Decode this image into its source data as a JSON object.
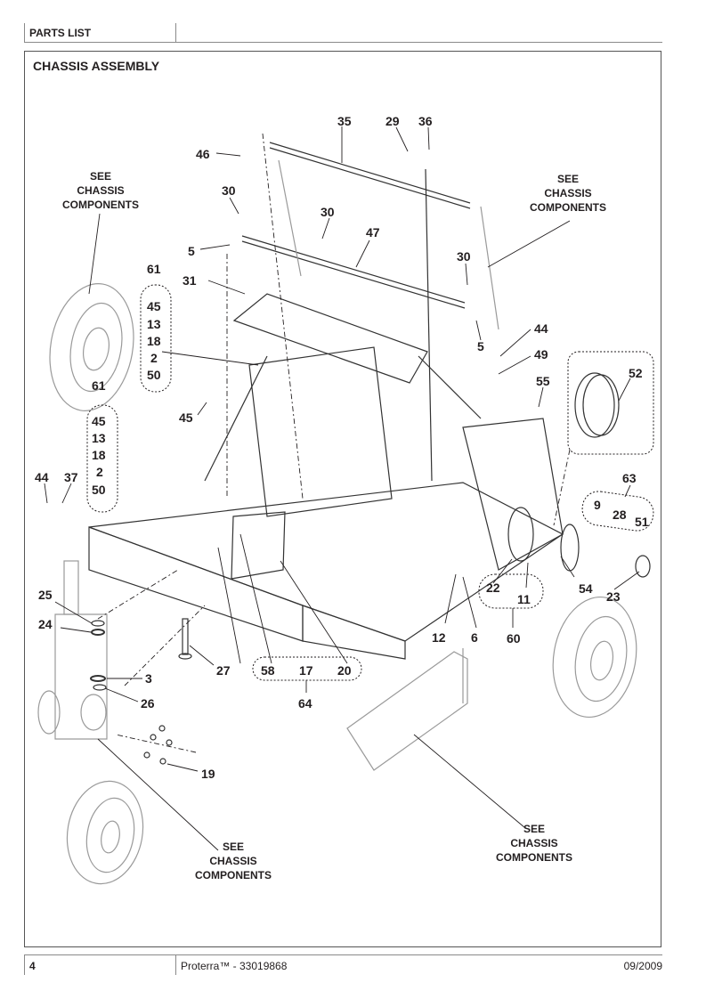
{
  "header": {
    "section": "PARTS LIST"
  },
  "page_title": "CHASSIS ASSEMBLY",
  "footer": {
    "page_number": "4",
    "document": "Proterra™ - 33019868",
    "date": "09/2009"
  },
  "notes": {
    "see_line1": "SEE",
    "see_line2": "CHASSIS",
    "see_line3": "COMPONENTS"
  },
  "callouts": {
    "c35": "35",
    "c29": "29",
    "c36": "36",
    "c46": "46",
    "c30a": "30",
    "c30b": "30",
    "c30c": "30",
    "c5a": "5",
    "c5b": "5",
    "c47": "47",
    "c31": "31",
    "c61a": "61",
    "c61b": "61",
    "g1_45": "45",
    "g1_13": "13",
    "g1_18": "18",
    "g1_2": "2",
    "g1_50": "50",
    "g2_45": "45",
    "g2_13": "13",
    "g2_18": "18",
    "g2_2": "2",
    "g2_50": "50",
    "c45": "45",
    "c44a": "44",
    "c44b": "44",
    "c37": "37",
    "c49": "49",
    "c55": "55",
    "c52": "52",
    "c63": "63",
    "c9": "9",
    "c28": "28",
    "c51": "51",
    "c22": "22",
    "c11": "11",
    "c54": "54",
    "c23": "23",
    "c60": "60",
    "c12": "12",
    "c6": "6",
    "c25": "25",
    "c24": "24",
    "c3": "3",
    "c26": "26",
    "c27": "27",
    "c58": "58",
    "c17": "17",
    "c20": "20",
    "c64": "64",
    "c19": "19"
  }
}
